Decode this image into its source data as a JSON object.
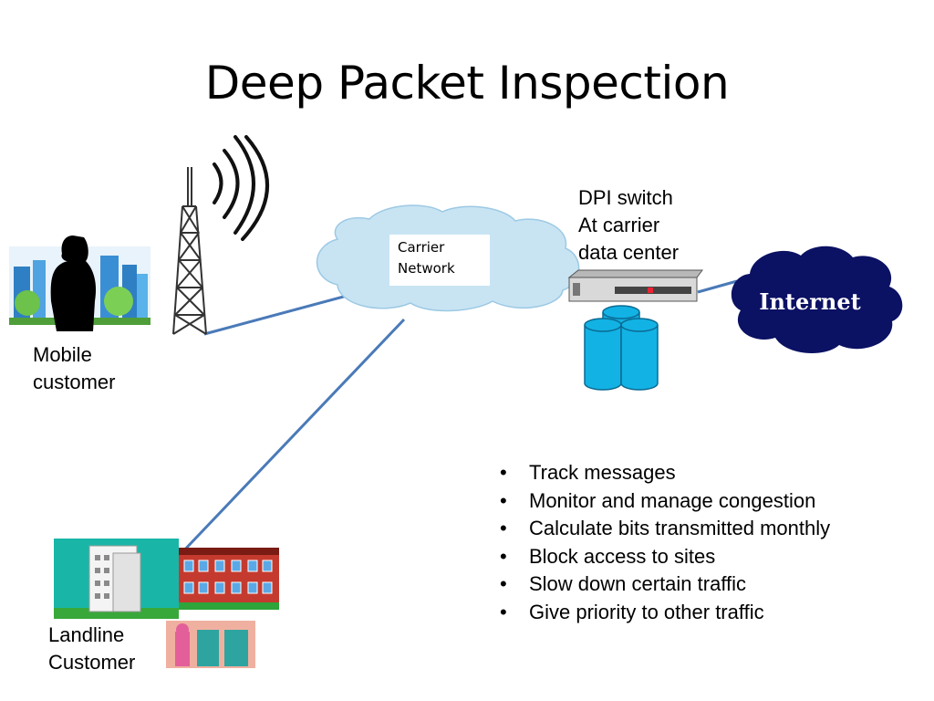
{
  "title": "Deep Packet Inspection",
  "mobile_customer": [
    "Mobile",
    "customer"
  ],
  "landline_customer": [
    "Landline",
    "Customer"
  ],
  "carrier_network": [
    "Carrier",
    "Network"
  ],
  "dpi_switch": [
    "DPI switch",
    "At carrier",
    "data center"
  ],
  "internet": "Internet",
  "bullets": [
    "Track messages",
    "Monitor and manage congestion",
    "Calculate bits transmitted monthly",
    "Block access to sites",
    "Slow down certain traffic",
    "Give priority to other traffic"
  ],
  "colors": {
    "link_line": "#4a7ab8",
    "cloud_fill": "#c8e4f3",
    "internet_fill": "#0b1163",
    "database_fill": "#12b2e4"
  }
}
